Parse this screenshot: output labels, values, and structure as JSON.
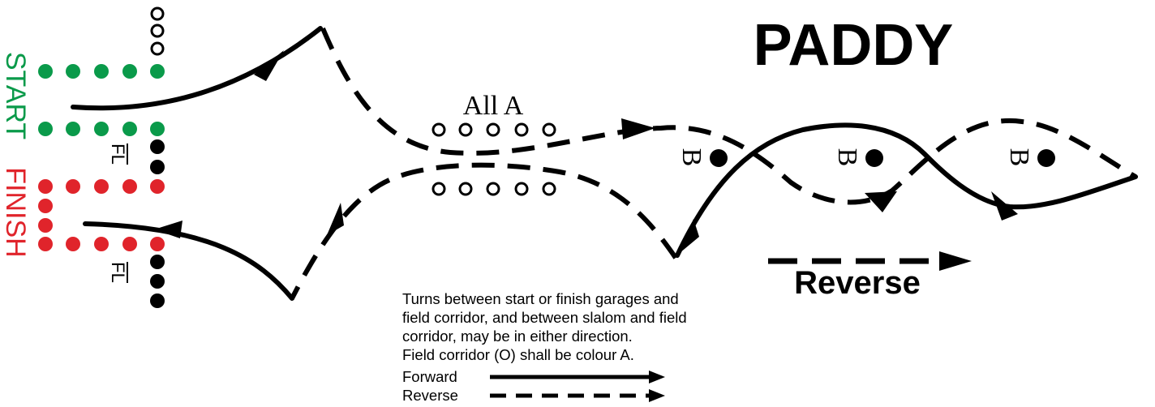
{
  "title": "PADDY",
  "labels": {
    "start": "START",
    "finish": "FINISH",
    "fl_top": "FL",
    "fl_bottom": "FL",
    "all_a": "All A",
    "b1": "B",
    "b2": "B",
    "b3": "B",
    "reverse_big": "Reverse"
  },
  "notes": {
    "line1": "Turns between start or finish garages and",
    "line2": "field corridor, and between slalom and field",
    "line3": "corridor, may be in either direction.",
    "line4": "Field corridor  (O) shall be colour A.",
    "forward": "Forward",
    "reverse": "Reverse"
  },
  "colors": {
    "start": "#0a9a4a",
    "finish": "#e0242b",
    "line": "#000000"
  }
}
